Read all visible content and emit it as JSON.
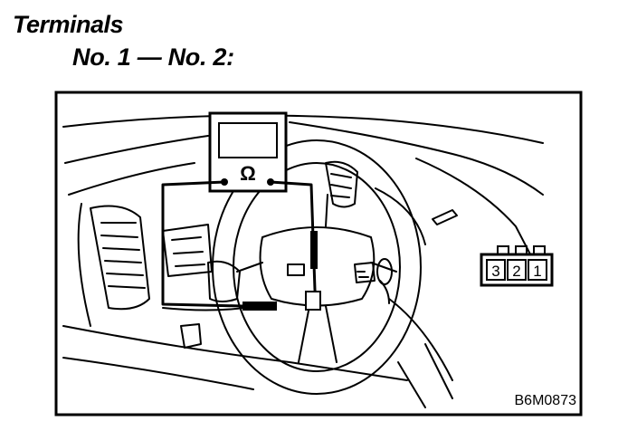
{
  "heading": {
    "title": "Terminals",
    "subtitle": "No. 1 — No. 2:"
  },
  "figure": {
    "meter_symbol": "Ω",
    "connector_pins": [
      "3",
      "2",
      "1"
    ],
    "code": "B6M0873"
  }
}
